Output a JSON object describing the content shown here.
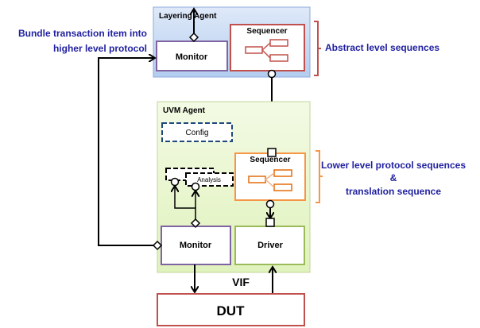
{
  "layering_agent": {
    "title": "Layering Agent",
    "monitor": "Monitor",
    "sequencer": "Sequencer"
  },
  "uvm_agent": {
    "title": "UVM Agent",
    "config": "Config",
    "analysis": "Analysis",
    "sequencer": "Sequencer",
    "monitor": "Monitor",
    "driver": "Driver"
  },
  "annotations": {
    "bundle_line1": "Bundle transaction item into",
    "bundle_line2": "higher level protocol",
    "abstract": "Abstract level sequences",
    "lower_line1": "Lower level protocol sequences",
    "lower_line2": "&",
    "lower_line3": "translation sequence"
  },
  "vif": "VIF",
  "dut": "DUT",
  "colors": {
    "annotation_text": "#1f1fa0",
    "layering_bg": "#c6d9f5",
    "uvm_bg": "#eaf6d0",
    "monitor_border": "#8064a2",
    "sequencer_red": "#c0504d",
    "sequencer_orange": "#f79646",
    "driver_border": "#9bbb59",
    "config_border": "#1f497d"
  }
}
